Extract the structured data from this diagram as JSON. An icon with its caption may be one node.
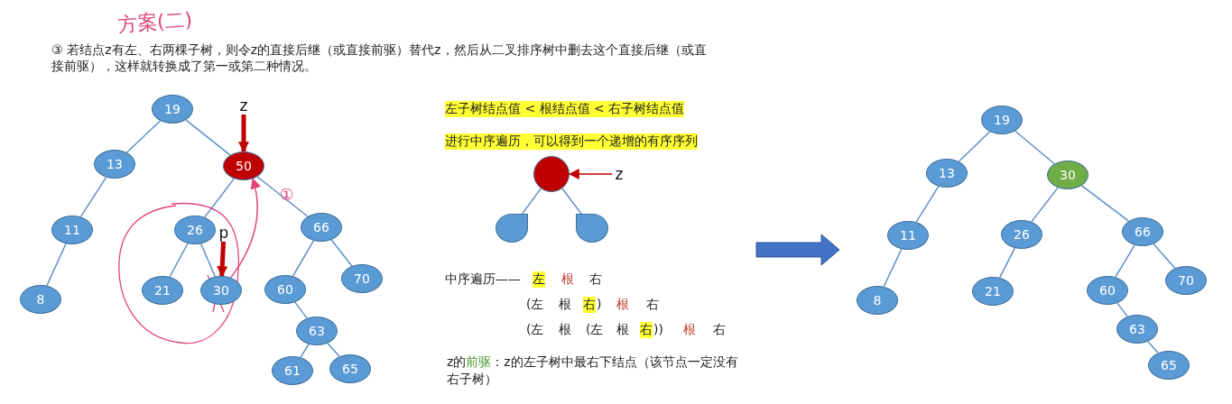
{
  "diagram": {
    "nodes": [
      {
        "text": [
          "19"
        ]
      },
      {
        "text": [
          "13"
        ]
      },
      {
        "text": [
          "50"
        ]
      },
      {
        "text": [
          "11"
        ]
      },
      {
        "text": [
          "26"
        ]
      },
      {
        "text": [
          "66"
        ]
      },
      {
        "text": [
          "8"
        ]
      },
      {
        "text": [
          "21"
        ]
      },
      {
        "text": [
          "30"
        ]
      },
      {
        "text": [
          "60"
        ]
      },
      {
        "text": [
          "70"
        ]
      },
      {
        "text": [
          "63"
        ]
      },
      {
        "text": [
          "61"
        ]
      },
      {
        "text": [
          "65"
        ]
      },
      {
        "text": [
          "z"
        ]
      },
      {
        "text": [
          "p"
        ]
      },
      {
        "text": [],
        "shape": "circle"
      },
      {
        "text": [],
        "shape": "circle"
      },
      {
        "text": [],
        "shape": "circle"
      },
      {
        "text": [
          "z"
        ]
      },
      {
        "text": [
          "19"
        ]
      },
      {
        "text": [
          "13"
        ]
      },
      {
        "text": [
          "30"
        ]
      },
      {
        "text": [
          "11"
        ]
      },
      {
        "text": [
          "26"
        ]
      },
      {
        "text": [
          "66"
        ]
      },
      {
        "text": [
          "8"
        ]
      },
      {
        "text": [
          "21"
        ]
      },
      {
        "text": [
          "60"
        ]
      },
      {
        "text": [
          "70"
        ]
      },
      {
        "text": [
          "63"
        ]
      },
      {
        "text": [
          "65"
        ]
      }
    ],
    "edges": [
      {
        "from": 0,
        "to": 1,
        "arrow": "none"
      },
      {
        "from": 0,
        "to": 2,
        "arrow": "none"
      },
      {
        "from": 1,
        "to": 3,
        "arrow": "none"
      },
      {
        "from": 3,
        "to": 6,
        "arrow": "none"
      },
      {
        "from": 2,
        "to": 4,
        "arrow": "none"
      },
      {
        "from": 2,
        "to": 5,
        "arrow": "none"
      },
      {
        "from": 4,
        "to": 7,
        "arrow": "none"
      },
      {
        "from": 4,
        "to": 8,
        "arrow": "none"
      },
      {
        "from": 5,
        "to": 9,
        "arrow": "none"
      },
      {
        "from": 5,
        "to": 10,
        "arrow": "none"
      },
      {
        "from": 9,
        "to": 11,
        "arrow": "none"
      },
      {
        "from": 11,
        "to": 12,
        "arrow": "none"
      },
      {
        "from": 11,
        "to": 13,
        "arrow": "none"
      },
      {
        "from": 14,
        "to": 2,
        "arrow": "to",
        "style": "thick",
        "color": "#c00000"
      },
      {
        "from": 15,
        "to": 8,
        "arrow": "to",
        "style": "thick",
        "color": "#c00000"
      },
      {
        "from": 8,
        "to": 2,
        "arrow": "to",
        "label": "①",
        "color": "#e0457b"
      },
      {
        "from": 16,
        "to": 17,
        "arrow": "none"
      },
      {
        "from": 16,
        "to": 18,
        "arrow": "none"
      },
      {
        "from": 19,
        "to": 16,
        "arrow": "to",
        "color": "#c00000"
      },
      {
        "from": 20,
        "to": 21,
        "arrow": "none"
      },
      {
        "from": 20,
        "to": 22,
        "arrow": "none"
      },
      {
        "from": 21,
        "to": 23,
        "arrow": "none"
      },
      {
        "from": 23,
        "to": 26,
        "arrow": "none"
      },
      {
        "from": 22,
        "to": 24,
        "arrow": "none"
      },
      {
        "from": 22,
        "to": 25,
        "arrow": "none"
      },
      {
        "from": 24,
        "to": 27,
        "arrow": "none"
      },
      {
        "from": 25,
        "to": 28,
        "arrow": "none"
      },
      {
        "from": 25,
        "to": 29,
        "arrow": "none"
      },
      {
        "from": 28,
        "to": 30,
        "arrow": "none"
      },
      {
        "from": 30,
        "to": 31,
        "arrow": "none"
      }
    ],
    "labels": [
      "方案(二)",
      "③ 若结点z有左、右两棵子树，则令z的直接后继（或直接前驱）替代z，然后从二叉排序树中删去这个直接后继（或直接前驱），这样就转换成了第一或第二种情况。",
      "左子树结点值 < 根结点值 < 右子树结点值",
      "进行中序遍历，可以得到一个递增的有序序列",
      "中序遍历——",
      "左",
      "根",
      "右",
      "(左",
      "根",
      "右",
      ")",
      "根",
      "右",
      "(左",
      "根",
      "(左",
      "根",
      "右",
      "))",
      "根",
      "右",
      "z的",
      "前驱",
      "：z的左子树中最右下结点（该节点一定没有右子树）"
    ]
  }
}
